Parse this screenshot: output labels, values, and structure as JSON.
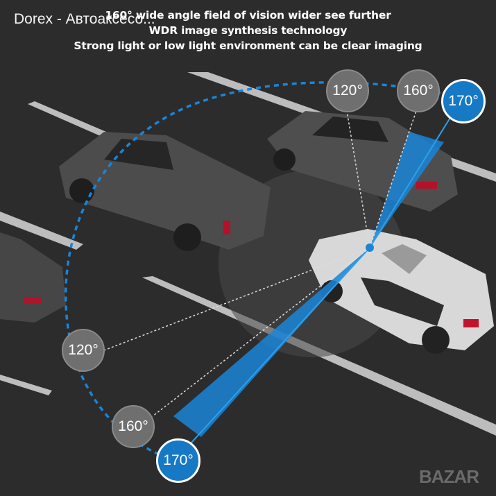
{
  "watermark": "Dorex - Автоаксесо...",
  "headline": [
    "160° wide angle field of vision wider see further",
    "WDR image synthesis technology",
    "Strong light or low light environment can be clear imaging"
  ],
  "angles": {
    "top": [
      "120°",
      "160°",
      "170°"
    ],
    "bottom": [
      "120°",
      "160°",
      "170°"
    ]
  },
  "logo": "BAZAR",
  "colors": {
    "accent": "#1679c5",
    "road": "#2b2b2b"
  }
}
